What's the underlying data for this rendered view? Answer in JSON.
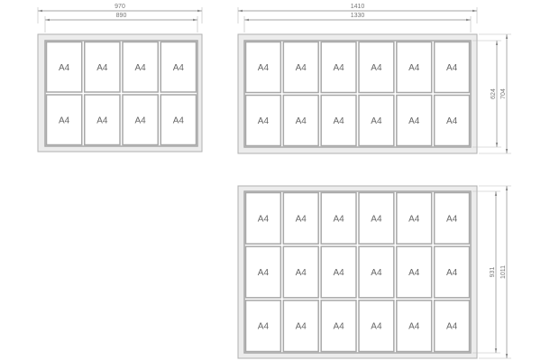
{
  "colors": {
    "frame_fill": "#ececec",
    "frame_stroke": "#b0b0b0",
    "cell_stroke": "#a8a8a8",
    "dim_line": "#888888",
    "text": "#666666"
  },
  "boards": [
    {
      "name": "board-4x2",
      "cols": 4,
      "rows": 2,
      "cell_label": "A4",
      "outer_width": "970",
      "inner_width": "890"
    },
    {
      "name": "board-6x2",
      "cols": 6,
      "rows": 2,
      "cell_label": "A4",
      "outer_width": "1410",
      "inner_width": "1330",
      "inner_height": "624",
      "outer_height": "704"
    },
    {
      "name": "board-6x3",
      "cols": 6,
      "rows": 3,
      "cell_label": "A4",
      "inner_height": "931",
      "outer_height": "1011"
    }
  ]
}
